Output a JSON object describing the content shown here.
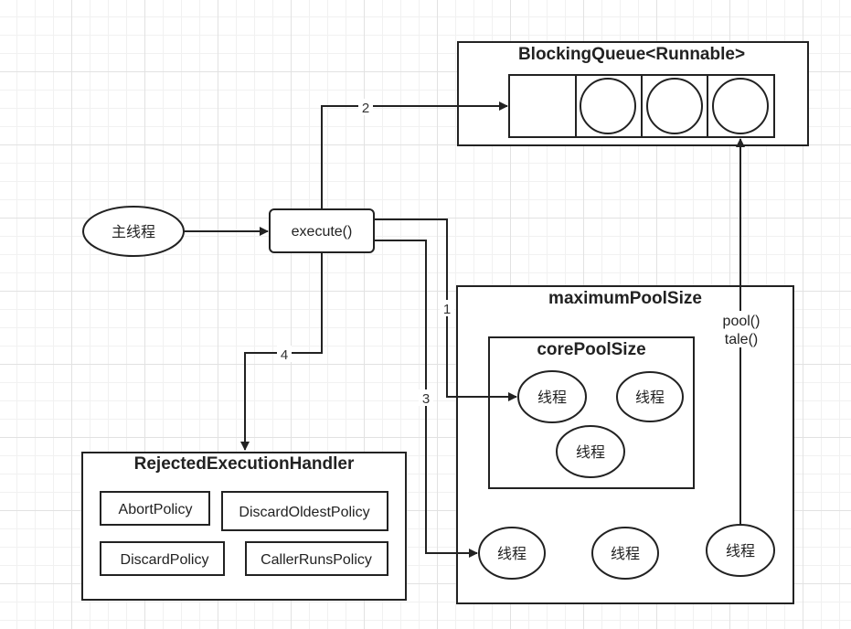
{
  "queue": {
    "title": "BlockingQueue<Runnable>"
  },
  "main_thread": "主线程",
  "execute": "execute()",
  "edges": {
    "e1": "1",
    "e2": "2",
    "e3": "3",
    "e4": "4"
  },
  "take_label": {
    "line1": "pool()",
    "line2": "tale()"
  },
  "max_pool": {
    "title": "maximumPoolSize"
  },
  "core_pool": {
    "title": "corePoolSize"
  },
  "thread_label": "线程",
  "handler": {
    "title": "RejectedExecutionHandler",
    "policies": [
      "AbortPolicy",
      "DiscardOldestPolicy",
      "DiscardPolicy",
      "CallerRunsPolicy"
    ]
  }
}
